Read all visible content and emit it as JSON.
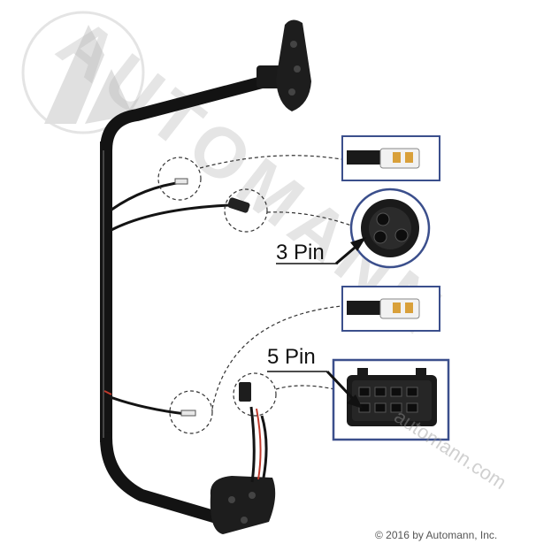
{
  "labels": {
    "three_pin": "3 Pin",
    "five_pin": "5 Pin"
  },
  "watermark": {
    "brand": "AUTOMANN",
    "url": "automann.com"
  },
  "copyright": "© 2016 by Automann, Inc.",
  "colors": {
    "frame": "#131313",
    "inset_border": "#3b4f8c",
    "plug_white": "#f2f2f2",
    "wire_red": "#c0392b",
    "watermark": "#b5b5b5",
    "background": "#ffffff"
  },
  "icons": [
    "mirror-bracket-icon",
    "wire-harness-icon",
    "connector-icon"
  ]
}
